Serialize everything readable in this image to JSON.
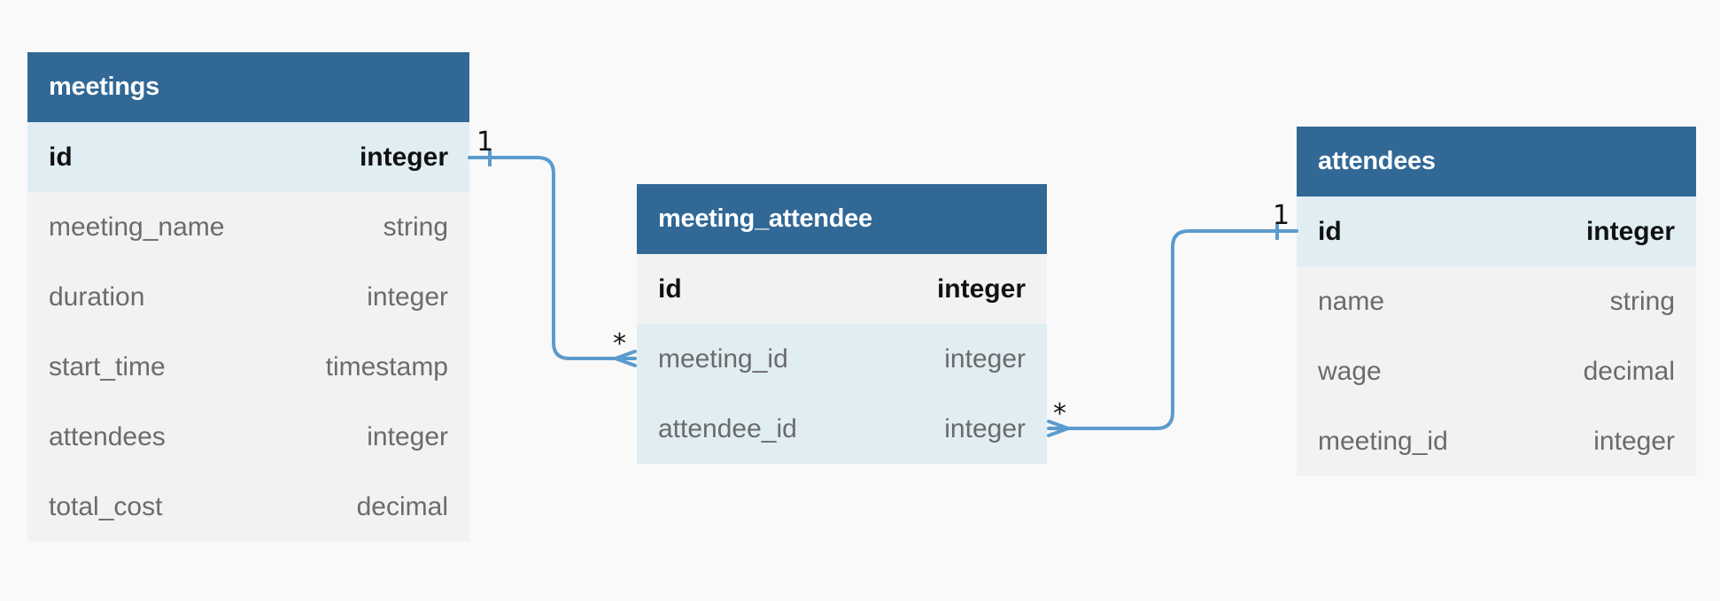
{
  "tables": {
    "meetings": {
      "title": "meetings",
      "rows": [
        {
          "name": "id",
          "type": "integer"
        },
        {
          "name": "meeting_name",
          "type": "string"
        },
        {
          "name": "duration",
          "type": "integer"
        },
        {
          "name": "start_time",
          "type": "timestamp"
        },
        {
          "name": "attendees",
          "type": "integer"
        },
        {
          "name": "total_cost",
          "type": "decimal"
        }
      ]
    },
    "meeting_attendee": {
      "title": "meeting_attendee",
      "rows": [
        {
          "name": "id",
          "type": "integer"
        },
        {
          "name": "meeting_id",
          "type": "integer"
        },
        {
          "name": "attendee_id",
          "type": "integer"
        }
      ]
    },
    "attendees": {
      "title": "attendees",
      "rows": [
        {
          "name": "id",
          "type": "integer"
        },
        {
          "name": "name",
          "type": "string"
        },
        {
          "name": "wage",
          "type": "decimal"
        },
        {
          "name": "meeting_id",
          "type": "integer"
        }
      ]
    }
  },
  "relationships": [
    {
      "from": "meetings.id",
      "to": "meeting_attendee.meeting_id",
      "from_cardinality": "1",
      "to_cardinality": "*"
    },
    {
      "from": "attendees.id",
      "to": "meeting_attendee.attendee_id",
      "from_cardinality": "1",
      "to_cardinality": "*"
    }
  ],
  "colors": {
    "header": "#316896",
    "linked_row": "#e0eef3",
    "row": "#f2f2f2",
    "connector": "#5b9bcd",
    "background": "#f9f9f9"
  }
}
